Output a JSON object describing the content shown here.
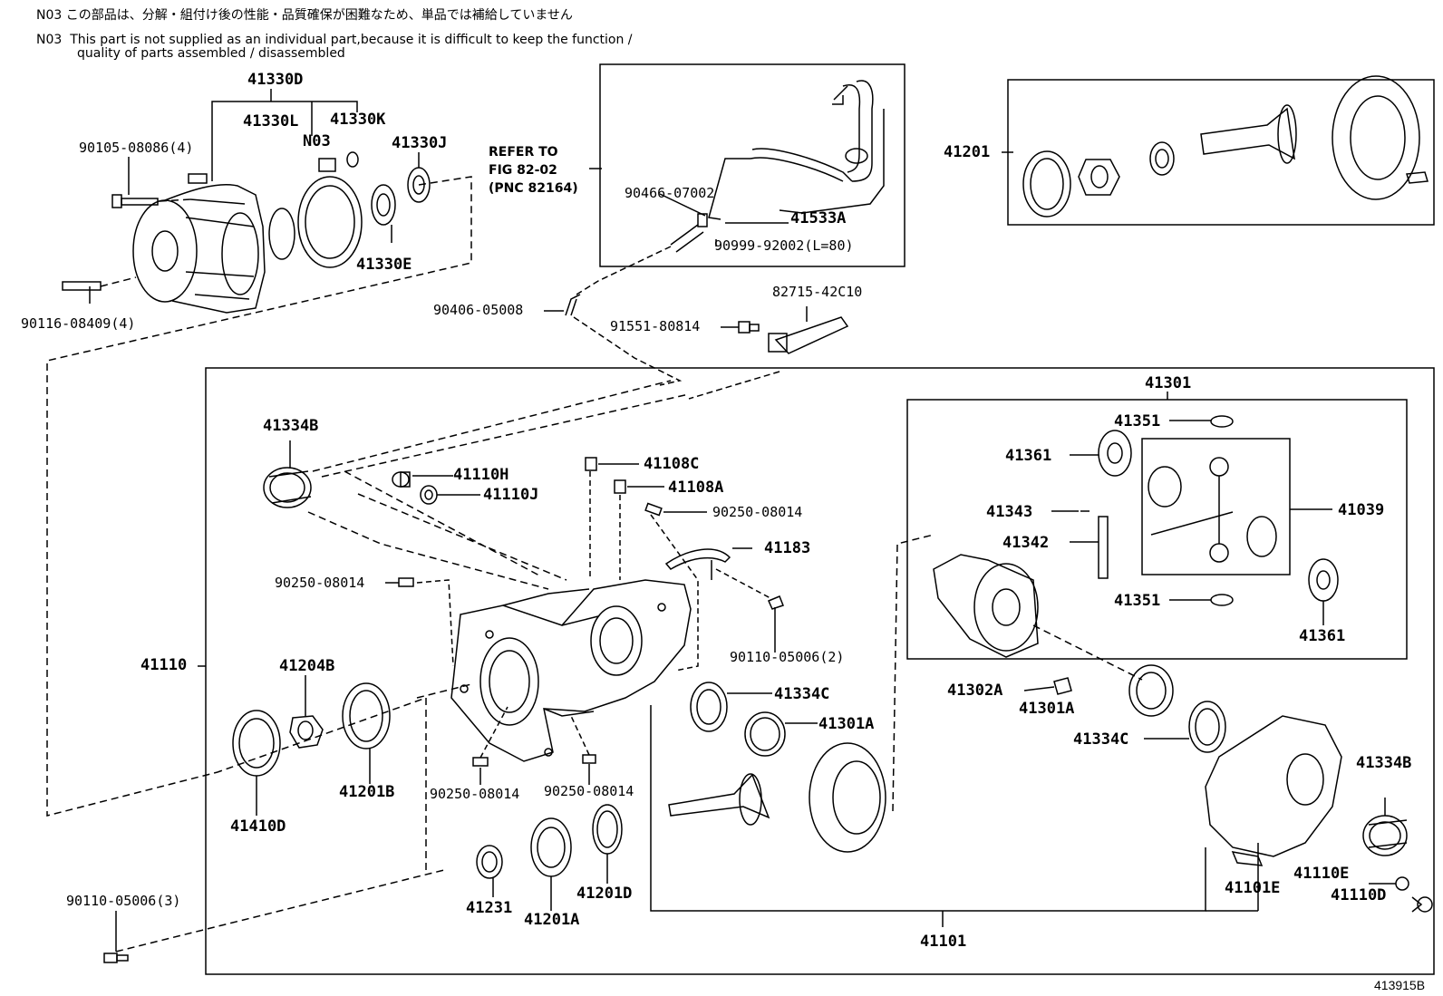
{
  "notes": {
    "jp": "N03 この部品は、分解・組付け後の性能・品質確保が困難なため、単品では補給していません",
    "en1": "N03  This part is not supplied as an individual part,because it is difficult to keep the function /",
    "en2": "quality of parts assembled / disassembled"
  },
  "refer": {
    "line1": "REFER TO",
    "line2": "FIG 82-02",
    "line3": "(PNC 82164)"
  },
  "labels": {
    "l41330D": "41330D",
    "l41330L": "41330L",
    "l41330K": "41330K",
    "lN03": "N03",
    "l41330J": "41330J",
    "l41330E": "41330E",
    "l90105": "90105-08086(4)",
    "l90116": "90116-08409(4)",
    "l90466": "90466-07002",
    "l41533A": "41533A",
    "l90999": "90999-92002(L=80)",
    "l90406": "90406-05008",
    "l82715": "82715-42C10",
    "l91551": "91551-80814",
    "l41201": "41201",
    "l41334B_top": "41334B",
    "l41110H": "41110H",
    "l41110J": "41110J",
    "l41108C": "41108C",
    "l41108A": "41108A",
    "l90250_a": "90250-08014",
    "l41183": "41183",
    "l90250_b": "90250-08014",
    "l90110_2": "90110-05006(2)",
    "l41110": "41110",
    "l41204B": "41204B",
    "l41201B": "41201B",
    "l41410D": "41410D",
    "l90250_c": "90250-08014",
    "l90250_d": "90250-08014",
    "l41334C_mid": "41334C",
    "l41301A_mid": "41301A",
    "l41231": "41231",
    "l41201A": "41201A",
    "l41201D": "41201D",
    "l90110_3": "90110-05006(3)",
    "l41301": "41301",
    "l41351_top": "41351",
    "l41361_left": "41361",
    "l41343": "41343",
    "l41342": "41342",
    "l41039": "41039",
    "l41351_bot": "41351",
    "l41361_right": "41361",
    "l41302A": "41302A",
    "l41301A_right": "41301A",
    "l41334C_right": "41334C",
    "l41334B_right": "41334B",
    "l41101E": "41101E",
    "l41110E": "41110E",
    "l41110D": "41110D",
    "l41101": "41101"
  },
  "figure_id": "413915B"
}
